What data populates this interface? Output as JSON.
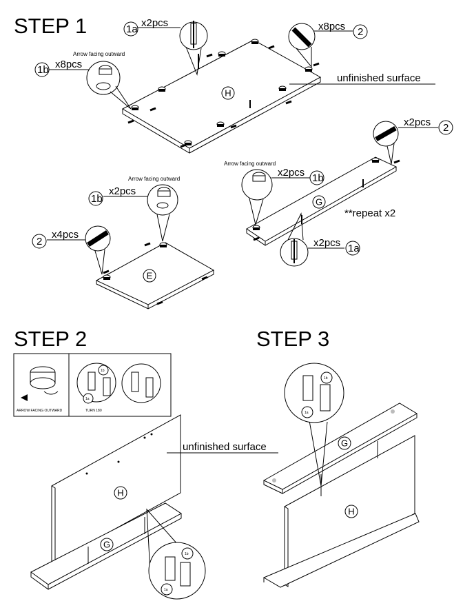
{
  "steps": {
    "step1": "STEP 1",
    "step2": "STEP 2",
    "step3": "STEP 3"
  },
  "step1": {
    "callout_1a_top": {
      "id": "1a",
      "qty": "x2pcs"
    },
    "callout_2_top": {
      "id": "2",
      "qty": "x8pcs"
    },
    "callout_1b_left": {
      "id": "1b",
      "qty": "x8pcs",
      "note": "Arrow facing outward"
    },
    "unfinished": "unfinished surface",
    "panel_H": "H",
    "callout_2_right": {
      "id": "2",
      "qty": "x2pcs"
    },
    "callout_1b_right": {
      "id": "1b",
      "qty": "x2pcs",
      "note": "Arrow facing outward"
    },
    "panel_G": "G",
    "repeat": "**repeat x2",
    "callout_1a_right": {
      "id": "1a",
      "qty": "x2pcs"
    },
    "callout_1b_mid": {
      "id": "1b",
      "qty": "x2pcs",
      "note": "Arrow facing outward"
    },
    "callout_2_mid": {
      "id": "2",
      "qty": "x4pcs"
    },
    "panel_E": "E"
  },
  "step2": {
    "inset_arrow": "ARROW FACING OUTWARD",
    "inset_turn": "TURN 180",
    "inset_1b": "1b",
    "inset_1a": "1a",
    "unfinished": "unfinished surface",
    "panel_H": "H",
    "panel_G": "G",
    "detail_1b": "1b",
    "detail_1a": "1a"
  },
  "step3": {
    "detail_1b": "1b",
    "detail_1a": "1a",
    "panel_G": "G",
    "panel_H": "H"
  }
}
